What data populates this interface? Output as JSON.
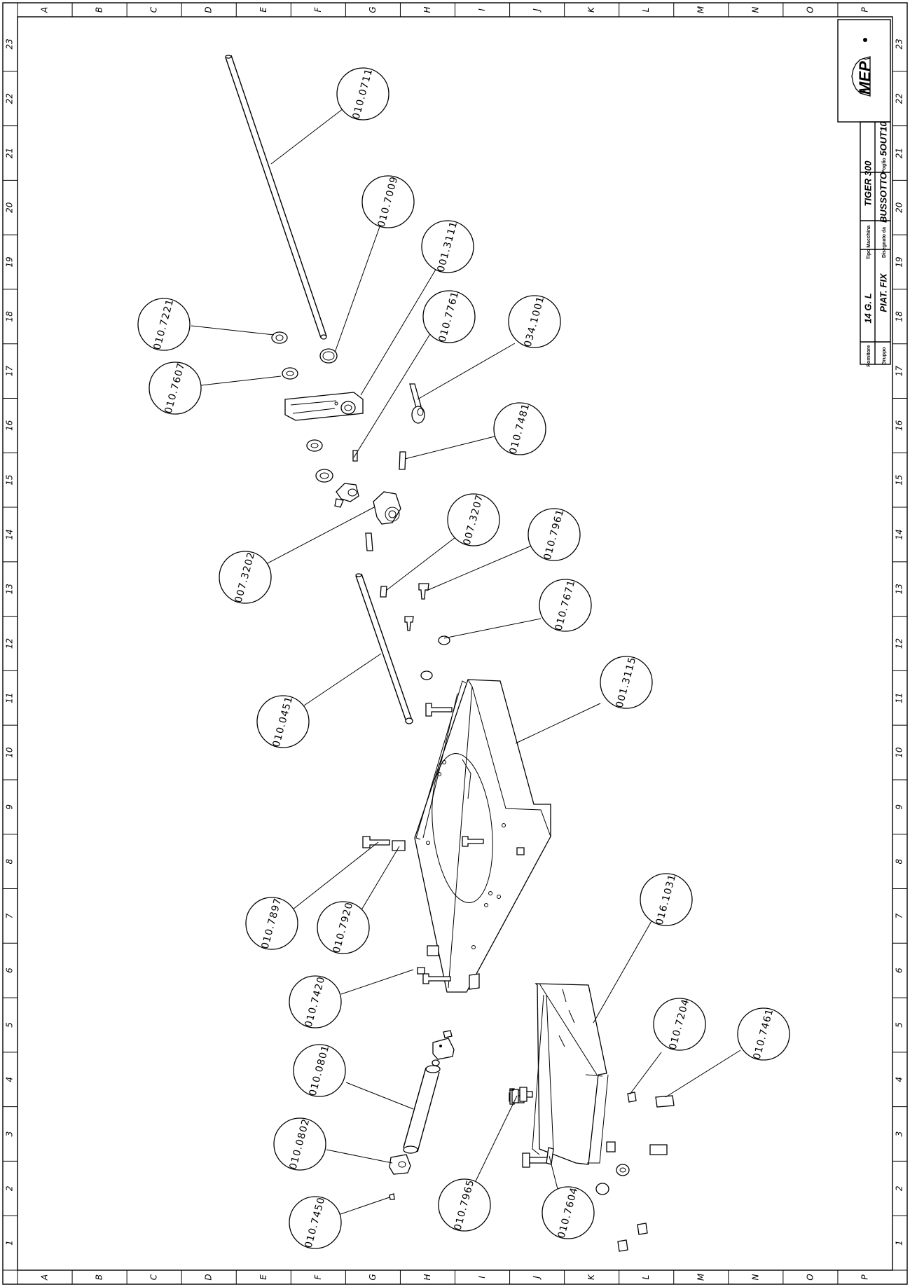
{
  "zone_letters": [
    "A",
    "B",
    "C",
    "D",
    "E",
    "F",
    "G",
    "H",
    "I",
    "J",
    "K",
    "L",
    "M",
    "N",
    "O",
    "P"
  ],
  "zone_numbers": [
    "1",
    "2",
    "3",
    "4",
    "5",
    "6",
    "7",
    "8",
    "9",
    "10",
    "11",
    "12",
    "13",
    "14",
    "15",
    "16",
    "17",
    "18",
    "19",
    "20",
    "21",
    "22",
    "23"
  ],
  "callouts": [
    {
      "label": "010.0711"
    },
    {
      "label": "010.7009"
    },
    {
      "label": "001.3111"
    },
    {
      "label": "010.7761"
    },
    {
      "label": "034.1001"
    },
    {
      "label": "010.7221"
    },
    {
      "label": "010.7607"
    },
    {
      "label": "010.7481"
    },
    {
      "label": "007.3202"
    },
    {
      "label": "007.3207"
    },
    {
      "label": "010.7961"
    },
    {
      "label": "010.7671"
    },
    {
      "label": "001.3115"
    },
    {
      "label": "010.0451"
    },
    {
      "label": "010.7897"
    },
    {
      "label": "010.7920"
    },
    {
      "label": "016.1031"
    },
    {
      "label": "010.7420"
    },
    {
      "label": "010.7204"
    },
    {
      "label": "010.7461"
    },
    {
      "label": "010.0801"
    },
    {
      "label": "010.0802"
    },
    {
      "label": "010.7965"
    },
    {
      "label": "010.7450"
    },
    {
      "label": "010.7604"
    }
  ],
  "title_block": {
    "logo": "MEP",
    "fields": [
      {
        "caption": "Fornitore",
        "value": "14 G. L"
      },
      {
        "caption": "Gruppo",
        "value": "PIAT. FIX"
      },
      {
        "caption": "Tipo Macchina",
        "value": "TIGER 300"
      },
      {
        "caption": "Disegnato da",
        "value": "BUSSOTTO"
      },
      {
        "caption": "Foglio",
        "value": "5OUT10"
      }
    ]
  }
}
